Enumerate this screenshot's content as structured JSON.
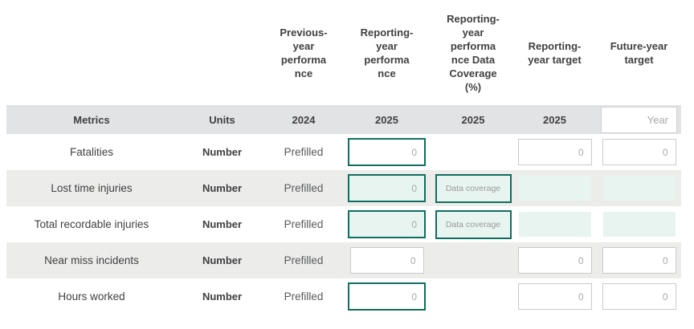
{
  "colors": {
    "accent_teal": "#116e5f",
    "mint_fill": "#e7f4f0",
    "subheader_gray": "#e2e3e5",
    "row_stripe_gray": "#ecedeb",
    "header_text": "#414042",
    "muted_value_text": "#a7a8aa"
  },
  "table": {
    "column_headers": {
      "previous_year_performance": "Previous-\nyear\nperforma\nnce",
      "reporting_year_performance": "Reporting-\nyear\nperforma\nnce",
      "reporting_year_data_coverage": "Reporting-\nyear\nperforma\nnce Data\nCoverage\n(%)",
      "reporting_year_target": "Reporting-\nyear target",
      "future_year_target": "Future-year\ntarget"
    },
    "subheader": {
      "metrics": "Metrics",
      "units": "Units",
      "previous_year": "2024",
      "reporting_year": "2025",
      "coverage_year": "2025",
      "target_year": "2025",
      "future_year_placeholder": "Year"
    },
    "coverage_button_label": "Data coverage",
    "rows": [
      {
        "label": "Fatalities",
        "unit": "Number",
        "previous": "Prefilled",
        "performance_value": "0",
        "target_value": "0",
        "future_value": "0"
      },
      {
        "label": "Lost time injuries",
        "unit": "Number",
        "previous": "Prefilled",
        "performance_value": "0"
      },
      {
        "label": "Total recordable injuries",
        "unit": "Number",
        "previous": "Prefilled",
        "performance_value": "0"
      },
      {
        "label": "Near miss incidents",
        "unit": "Number",
        "previous": "Prefilled",
        "performance_value": "0",
        "target_value": "0",
        "future_value": "0"
      },
      {
        "label": "Hours worked",
        "unit": "Number",
        "previous": "Prefilled",
        "performance_value": "0",
        "target_value": "0",
        "future_value": "0"
      }
    ]
  }
}
